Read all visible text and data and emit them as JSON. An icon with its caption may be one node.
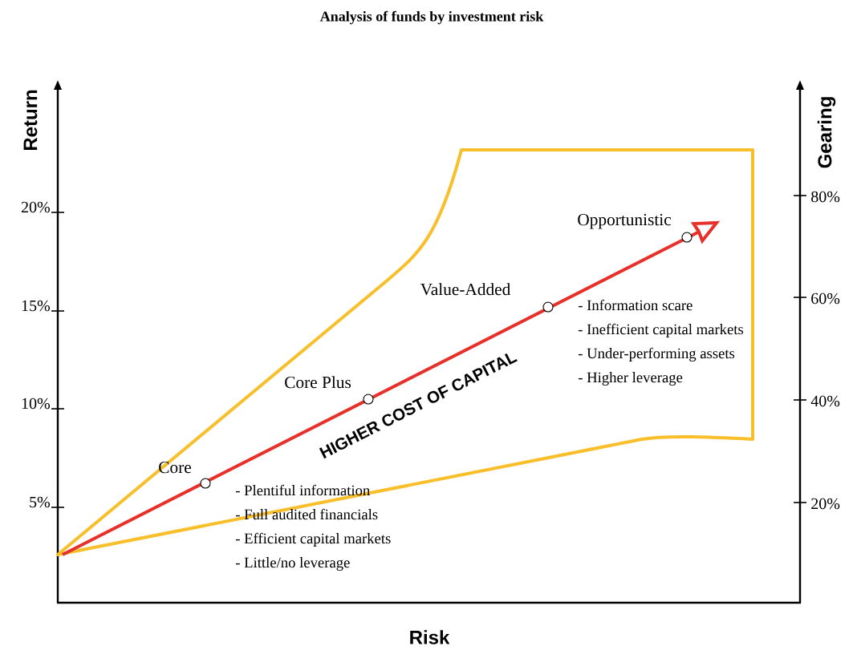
{
  "diagram": {
    "title": "Analysis of funds by investment risk",
    "labels": [
      "Return",
      "Gearing",
      "20%",
      "80%",
      "Opportunistic",
      "15%",
      "Value-Added",
      "60%",
      "- Information scare",
      "- Inefficient capital markets",
      "- Under-performing assets",
      "Core Plus",
      "- Higher leverage",
      "10%",
      "40%",
      "HIGHER COST OF CAPITAL",
      "Core",
      "5%",
      "20%",
      "- Plentiful information",
      "- Full audited financials",
      "- Efficient capital markets",
      "- Little/no leverage",
      "Risk"
    ]
  }
}
